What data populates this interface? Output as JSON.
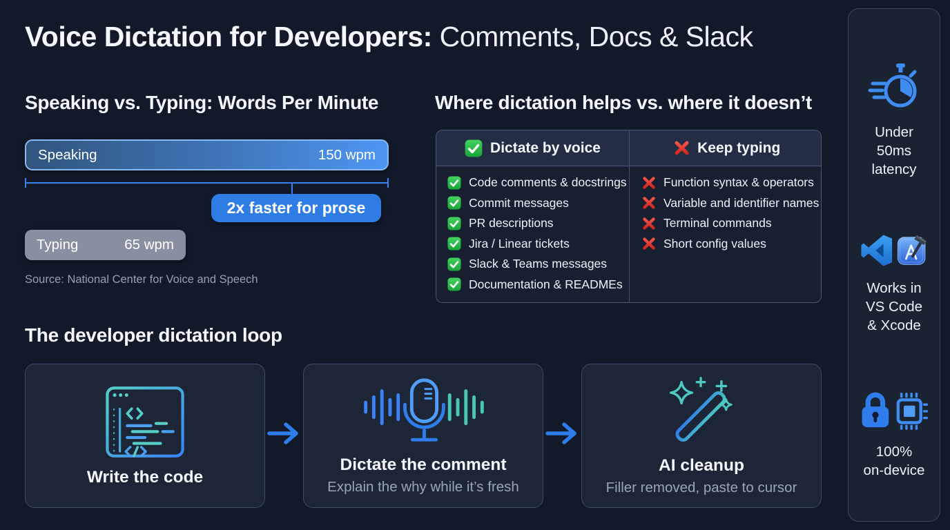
{
  "header": {
    "title_strong": "Voice Dictation for Developers:",
    "title_regular": " Comments, Docs & Slack"
  },
  "wpm": {
    "heading": "Speaking vs. Typing: Words Per Minute",
    "speaking_label": "Speaking",
    "speaking_value": "150 wpm",
    "typing_label": "Typing",
    "typing_value": "65 wpm",
    "callout": "2x faster for prose",
    "source": "Source: National Center for Voice and Speech"
  },
  "comparison": {
    "heading": "Where dictation helps vs. where it doesn’t",
    "voice_header": "Dictate by voice",
    "typing_header": "Keep typing",
    "voice_items": [
      "Code comments & docstrings",
      "Commit messages",
      "PR descriptions",
      "Jira / Linear tickets",
      "Slack & Teams messages",
      "Documentation & READMEs"
    ],
    "typing_items": [
      "Function syntax & operators",
      "Variable and identifier names",
      "Terminal commands",
      "Short config values"
    ]
  },
  "loop": {
    "heading": "The developer dictation loop",
    "steps": [
      {
        "title": "Write the code"
      },
      {
        "title": "Dictate the comment",
        "subtitle": "Explain the why while it’s fresh"
      },
      {
        "title": "AI cleanup",
        "subtitle": "Filler removed, paste to cursor"
      }
    ]
  },
  "sidebar": {
    "items": [
      {
        "icon": "stopwatch-icon",
        "lines": [
          "Under",
          "50ms",
          "latency"
        ]
      },
      {
        "icon": "vscode-xcode-icons",
        "lines": [
          "Works in",
          "VS Code",
          "& Xcode"
        ]
      },
      {
        "icon": "lock-chip-icon",
        "lines": [
          "100%",
          "on-device"
        ]
      }
    ]
  },
  "colors": {
    "background": "#121929",
    "accent_blue": "#2f7dea",
    "bar_blue": "#4e96f3",
    "teal": "#4cc9c0",
    "green_check": "#21a038",
    "red_x": "#e63b36"
  },
  "chart_data": {
    "type": "bar",
    "orientation": "horizontal",
    "title": "Speaking vs. Typing: Words Per Minute",
    "categories": [
      "Speaking",
      "Typing"
    ],
    "values": [
      150,
      65
    ],
    "unit": "wpm",
    "annotation": "2x faster for prose",
    "source": "Source: National Center for Voice and Speech",
    "xlim": [
      0,
      150
    ],
    "grid": false,
    "legend": false
  }
}
